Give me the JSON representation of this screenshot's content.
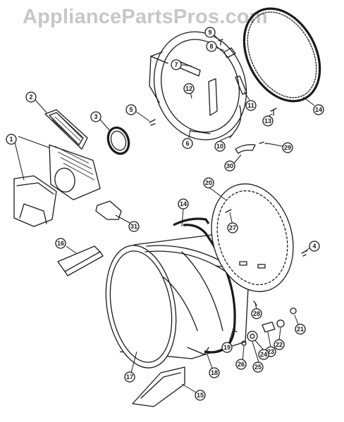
{
  "watermark": "AppliancePartsPros.com",
  "callouts": [
    "1",
    "2",
    "3",
    "4",
    "5",
    "6",
    "7",
    "8",
    "9",
    "10",
    "11",
    "12",
    "13",
    "14",
    "14",
    "15",
    "16",
    "17",
    "18",
    "19",
    "20",
    "21",
    "22",
    "23",
    "24",
    "25",
    "26",
    "27",
    "28",
    "29",
    "30",
    "31"
  ]
}
